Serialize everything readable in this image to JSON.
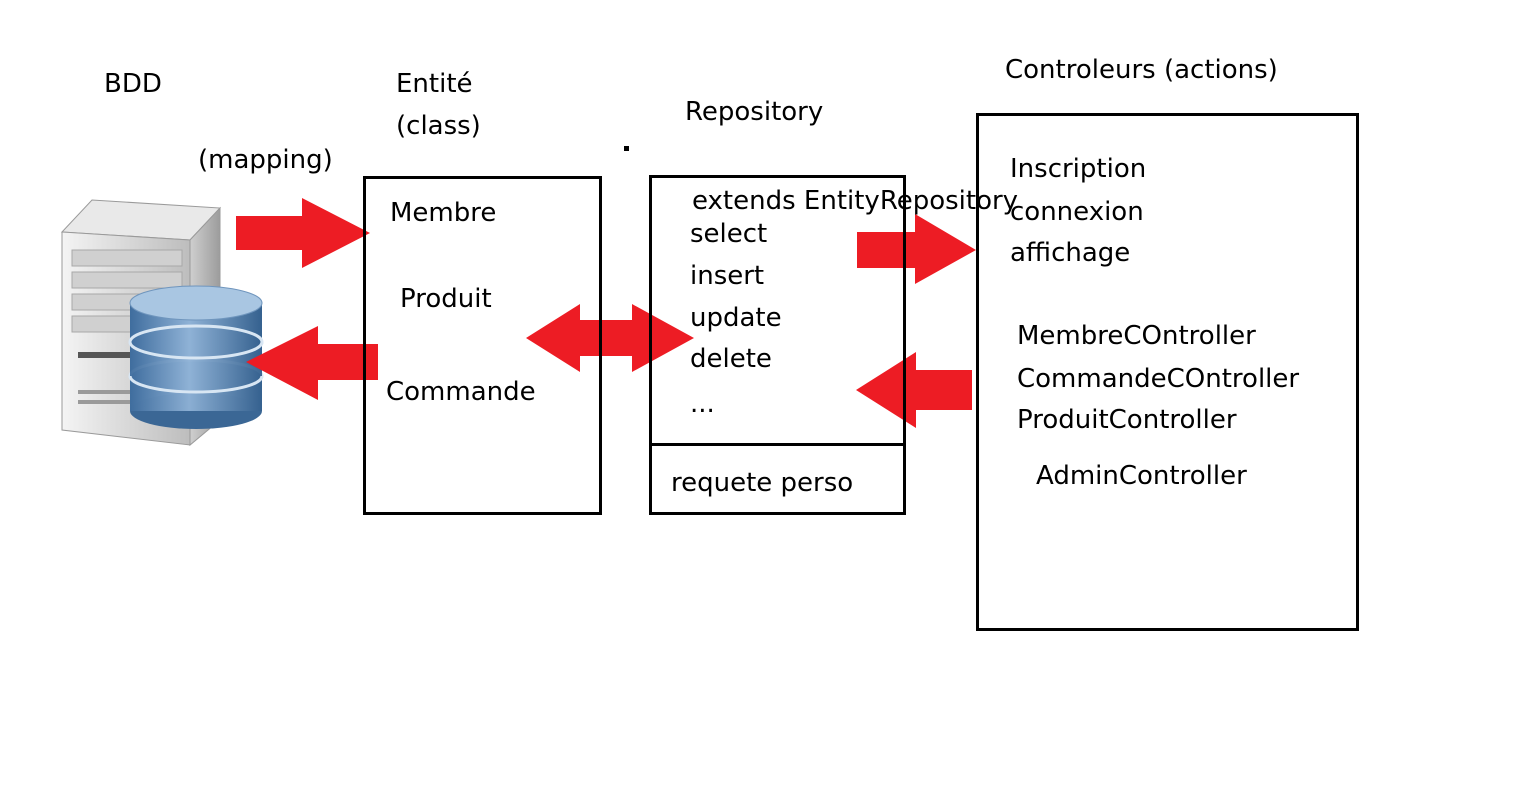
{
  "bdd": {
    "label": "BDD",
    "icon": "database-server-icon"
  },
  "mapping": {
    "label": "(mapping)"
  },
  "entite": {
    "title_line1": "Entité",
    "title_line2": "(class)",
    "items": [
      "Membre",
      "Produit",
      "Commande"
    ]
  },
  "repository": {
    "title": "Repository",
    "extends": "extends EntityRepository",
    "methods": [
      "select",
      "insert",
      "update",
      "delete",
      "..."
    ],
    "custom": "requete perso"
  },
  "controleurs": {
    "title": "Controleurs (actions)",
    "actions": [
      "Inscription",
      "connexion",
      "affichage"
    ],
    "controllers": [
      "MembreCOntroller",
      "CommandeCOntroller",
      "ProduitController"
    ],
    "admin": "AdminController"
  },
  "colors": {
    "arrow": "#ED1C24",
    "border": "#000000",
    "db_blue": "#5B86B5",
    "server_grey": "#D9D9D9"
  }
}
